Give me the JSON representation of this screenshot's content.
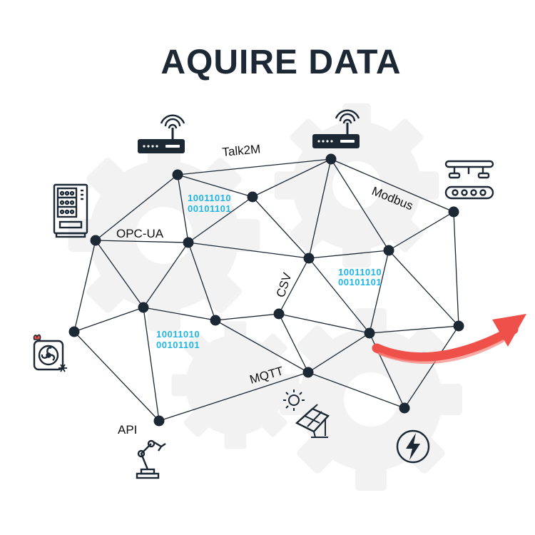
{
  "title": "AQUIRE DATA",
  "colors": {
    "ink": "#1c2834",
    "gear": "#f2f2f2",
    "binary": "#1fb5e8",
    "arrow": "#f0504a"
  },
  "protocol_labels": {
    "talk2m": "Talk2M",
    "modbus": "Modbus",
    "opcua": "OPC-UA",
    "csv": "CSV",
    "mqtt": "MQTT",
    "api": "API"
  },
  "binary_blocks": [
    {
      "line1": "10011010",
      "line2": "00101101"
    },
    {
      "line1": "10011010",
      "line2": "00101101"
    },
    {
      "line1": "10011010",
      "line2": "00101101"
    }
  ],
  "icons": [
    "router-icon",
    "router-icon",
    "conveyor-icon",
    "vending-machine-icon",
    "hvac-fan-icon",
    "robot-arm-icon",
    "solar-panel-icon",
    "power-lightning-icon"
  ]
}
